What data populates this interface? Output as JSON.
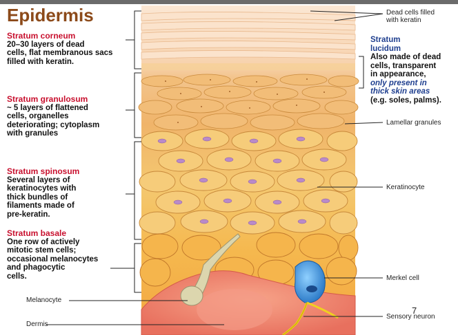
{
  "title": "Epidermis",
  "left_labels": {
    "corneum": {
      "head": "Stratum corneum",
      "lines": [
        "20–30 layers of dead",
        "cells, flat membranous sacs",
        "filled with keratin."
      ]
    },
    "granulosum": {
      "head": "Stratum granulosum",
      "lines": [
        "~ 5 layers of flattened",
        "cells, organelles",
        "deteriorating; cytoplasm",
        "with granules"
      ]
    },
    "spinosum": {
      "head": "Stratum spinosum",
      "lines": [
        "Several layers of",
        "keratinocytes with",
        "thick bundles of",
        "filaments made of",
        "pre-keratin."
      ]
    },
    "basale": {
      "head": "Stratum basale",
      "lines": [
        "One row of actively",
        "mitotic stem cells;",
        "occasional melanocytes",
        "and phagocytic",
        "cells."
      ]
    },
    "melanocyte": "Melanocyte",
    "dermis": "Dermis"
  },
  "right_labels": {
    "dead_cells": [
      "Dead cells filled",
      "with keratin"
    ],
    "lucidum": {
      "head": [
        "Stratum",
        "lucidum"
      ],
      "lines": [
        "Also made of dead",
        "cells, transparent",
        "in appearance,"
      ],
      "italic": [
        "only present in",
        "thick skin areas"
      ],
      "last": "(e.g. soles, palms)."
    },
    "lamellar": "Lamellar granules",
    "keratinocyte": "Keratinocyte",
    "merkel": "Merkel cell",
    "sensory": "Sensory neuron"
  },
  "page_number": "7",
  "colors": {
    "title": "#8c4a1a",
    "stratum_heading": "#c8102e",
    "lucidum_text": "#1f3f8f",
    "corneum_cells": "#f7d9b8",
    "granulosum_cells": "#f0b870",
    "spinosum_cells": "#f4c46a",
    "basale_cells": "#f5b24a",
    "dermis": "#f08070",
    "merkel_cell": "#2f8fd8",
    "melanocyte": "#d8d2a8",
    "nucleus": "#b98ac8"
  }
}
